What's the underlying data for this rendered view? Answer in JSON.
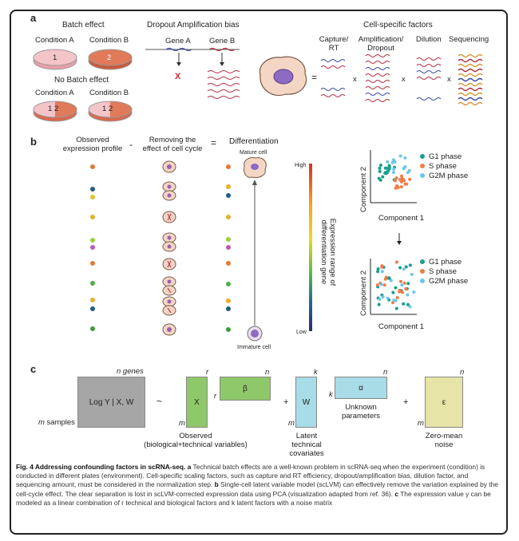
{
  "panels": {
    "a": {
      "letter": "a",
      "batch_effect_title": "Batch effect",
      "cond_a": "Condition A",
      "cond_b": "Condition B",
      "dish_1": "1",
      "dish_2": "2",
      "no_batch_title": "No Batch effect",
      "cond_a2": "Condition A",
      "cond_b2": "Condition B",
      "dish_12a": "1  2",
      "dish_12b": "1  2",
      "dropout_title": "Dropout Amplification bias",
      "gene_a": "Gene A",
      "gene_b": "Gene B",
      "x_mark": "X",
      "cell_specific_title": "Cell-specific factors",
      "capture_rt": "Capture/\nRT",
      "amplification": "Amplification/\nDropout",
      "dilution": "Dilution",
      "sequencing": "Sequencing",
      "equals": "=",
      "times1": "x",
      "times2": "x",
      "times3": "x"
    },
    "b": {
      "letter": "b",
      "observed": "Observed\nexpression profile",
      "minus": "-",
      "removing": "Removing the\neffect of cell cycle",
      "equals": "=",
      "differentiation": "Differentiation",
      "mature_cell": "Mature cell",
      "immature_cell": "Immature cell",
      "high": "High",
      "low": "Low",
      "colorbar_label": "Expression range of\ndifferentiation gene",
      "plot_top": {
        "xlabel": "Component 1",
        "ylabel": "Component 2",
        "legend": [
          "G1 phase",
          "S phase",
          "G2M phase"
        ]
      },
      "plot_bottom": {
        "xlabel": "Component 1",
        "ylabel": "Component 2",
        "legend": [
          "G1 phase",
          "S phase",
          "G2M phase"
        ]
      },
      "colors": {
        "g1": "#1a9e8f",
        "s": "#ef7d4a",
        "g2m": "#6ec6e6"
      }
    },
    "c": {
      "letter": "c",
      "n_genes": "n genes",
      "m_samples": "m samples",
      "logy": "Log Y | X, W",
      "tilde": "~",
      "r1": "r",
      "n1": "n",
      "x_label": "X",
      "m1": "m",
      "r2": "r",
      "beta": "β",
      "observed_caption": "Observed\n(biological+technical variables)",
      "plus1": "+",
      "k1": "k",
      "w_label": "W",
      "m2": "m",
      "latent_caption": "Latent\ntechnical\ncovariates",
      "n2": "n",
      "k2": "k",
      "alpha": "α",
      "unknown": "Unknown\nparameters",
      "plus2": "+",
      "n3": "n",
      "eps": "ε",
      "m3": "m",
      "noise_caption": "Zero-mean\nnoise"
    }
  },
  "caption": {
    "bold": "Fig. 4 Addressing confounding factors in scRNA-seq.",
    "a_bold": "a",
    "a_text": " Technical batch effects are a well-known problem in scRNA-seq when the experiment (condition) is conducted in different plates (environment). Cell-specific scaling factors, such as capture and RT efficiency, dropout/amplification bias, dilution factor, and sequencing amount, must be considered in the normalization step.",
    "b_bold": "b",
    "b_text": " Single-cell latent variable model (scLVM) can effectively remove the variation explained by the cell-cycle effect. The clear separation is lost in scLVM-corrected expression data using PCA (visualization adapted from ref. 36).",
    "c_bold": "c",
    "c_text": " The expression value y can be modeled as a linear combination of r technical and biological factors and k latent factors with a noise matrix"
  }
}
